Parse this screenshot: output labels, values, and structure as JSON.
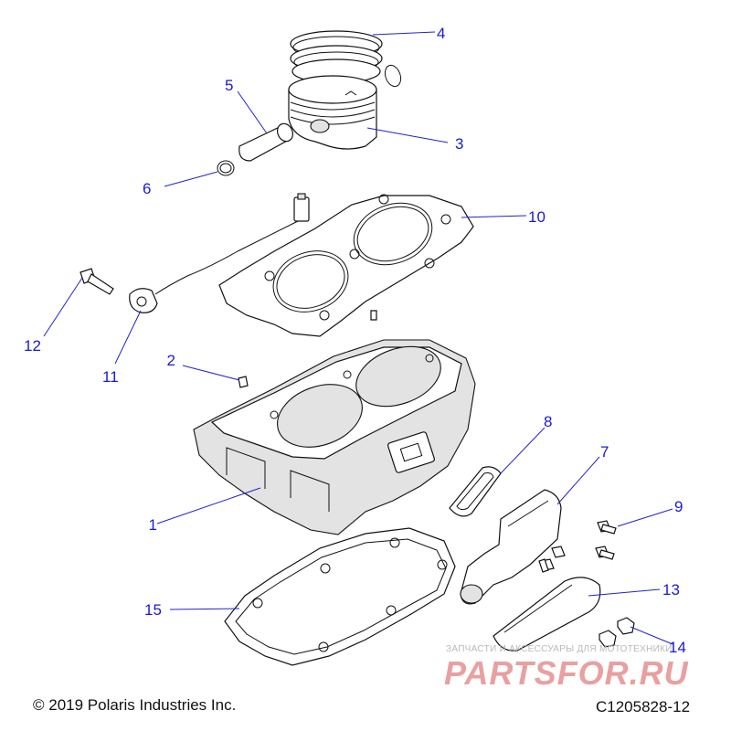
{
  "callouts": [
    {
      "id": "1",
      "label": "1"
    },
    {
      "id": "2",
      "label": "2"
    },
    {
      "id": "3",
      "label": "3"
    },
    {
      "id": "4",
      "label": "4"
    },
    {
      "id": "5",
      "label": "5"
    },
    {
      "id": "6",
      "label": "6"
    },
    {
      "id": "7",
      "label": "7"
    },
    {
      "id": "8",
      "label": "8"
    },
    {
      "id": "9",
      "label": "9"
    },
    {
      "id": "10",
      "label": "10"
    },
    {
      "id": "11",
      "label": "11"
    },
    {
      "id": "12",
      "label": "12"
    },
    {
      "id": "13",
      "label": "13"
    },
    {
      "id": "14",
      "label": "14"
    },
    {
      "id": "15",
      "label": "15"
    }
  ],
  "footer": {
    "copyright": "© 2019 Polaris Industries Inc.",
    "diagram_code": "C1205828-12"
  },
  "watermark": {
    "caption": "ЗАПЧАСТИ И АКСЕССУАРЫ ДЛЯ МОТОТЕХНИКИ",
    "logo": "PARTSFOR.RU"
  },
  "colors": {
    "callout": "#1a1ad0",
    "line_art": "#111111",
    "watermark": "#e8a0a0"
  }
}
